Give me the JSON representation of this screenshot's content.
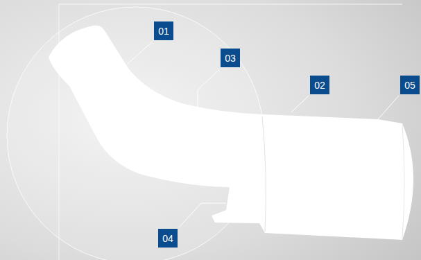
{
  "diagram": {
    "labels": [
      "01",
      "03",
      "02",
      "05",
      "04"
    ]
  }
}
